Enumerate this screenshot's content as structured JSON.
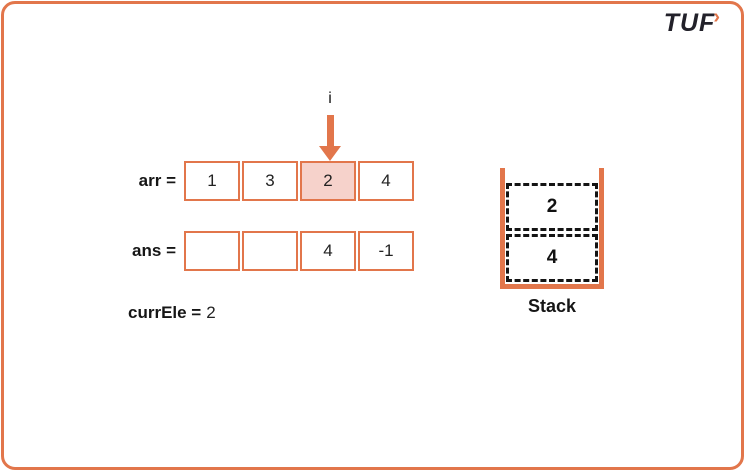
{
  "logo": {
    "text": "TUF",
    "chevron": "›"
  },
  "diagram": {
    "pointer_label": "i",
    "arr": {
      "label": "arr =",
      "cells": [
        "1",
        "3",
        "2",
        "4"
      ],
      "highlight_index": 2
    },
    "ans": {
      "label": "ans =",
      "cells": [
        "",
        "",
        "4",
        "-1"
      ]
    },
    "curr_ele": {
      "label": "currEle =",
      "value": "2"
    },
    "stack": {
      "items": [
        "2",
        "4"
      ],
      "caption": "Stack"
    }
  },
  "colors": {
    "accent_orange": "#E2764B",
    "highlight_pink": "#F6D2CB",
    "dash_black": "#141414",
    "text_dark": "#1E1E1E"
  }
}
